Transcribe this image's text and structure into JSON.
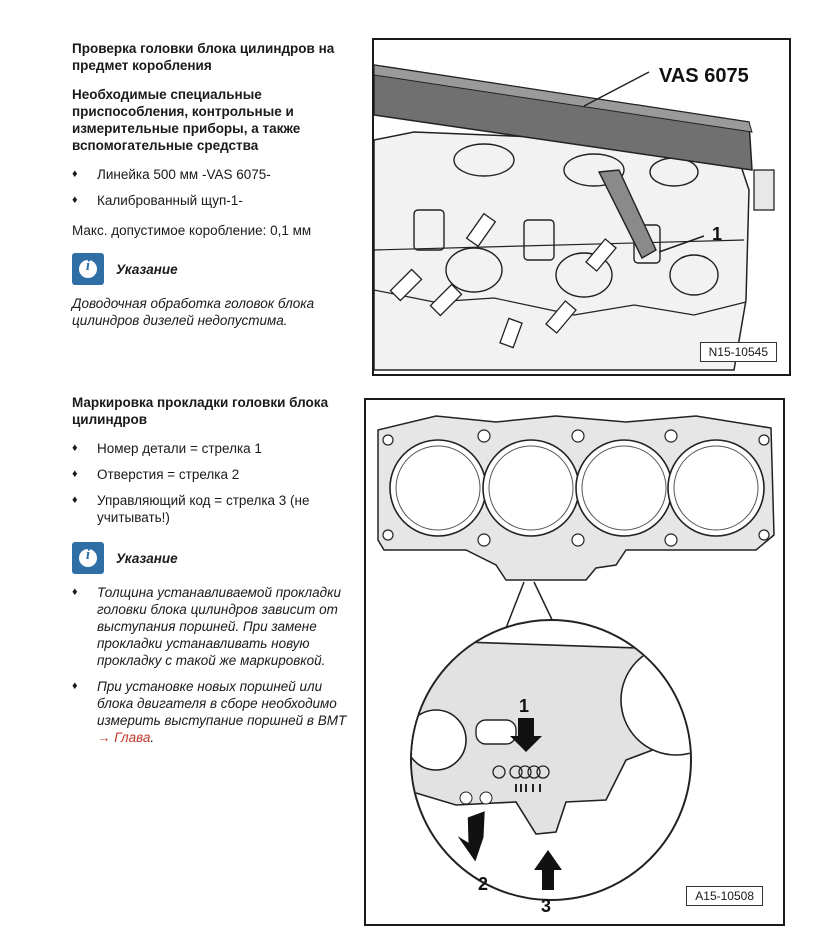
{
  "section1": {
    "title": "Проверка головки блока цилиндров на предмет коробления",
    "tools_heading": "Необходимые специальные приспособления, контрольные и измерительные приборы, а также вспомогательные средства",
    "bullet_symbol": "♦",
    "tools": [
      "Линейка 500 мм -VAS 6075-",
      "Калиброванный щуп-1-"
    ],
    "max_warp": "Макс. допустимое коробление: 0,1 мм",
    "note_label": "Указание",
    "note_text": "Доводочная обработка головок блока цилиндров дизелей недопустима."
  },
  "figure1": {
    "tool_label": "VAS 6075",
    "callout": "1",
    "code": "N15-10545"
  },
  "section2": {
    "title": "Маркировка прокладки головки блока цилиндров",
    "items": [
      "Номер детали = стрелка 1",
      "Отверстия = стрелка 2",
      "Управляющий код = стрелка 3 (не учитывать!)"
    ],
    "note_label": "Указание",
    "note_item1": "Толщина устанавливаемой прокладки головки блока цилиндров зависит от выступания поршней. При замене прокладки устанавливать новую прокладку с такой же маркировкой.",
    "note_item2_text": "При установке новых поршней или блока двигателя в сборе необходимо измерить выступание поршней в ВМТ",
    "link_text": "→ Глава",
    "note_item2_end": "."
  },
  "figure2": {
    "arrow1": "1",
    "arrow2": "2",
    "arrow3": "3",
    "code": "A15-10508"
  }
}
